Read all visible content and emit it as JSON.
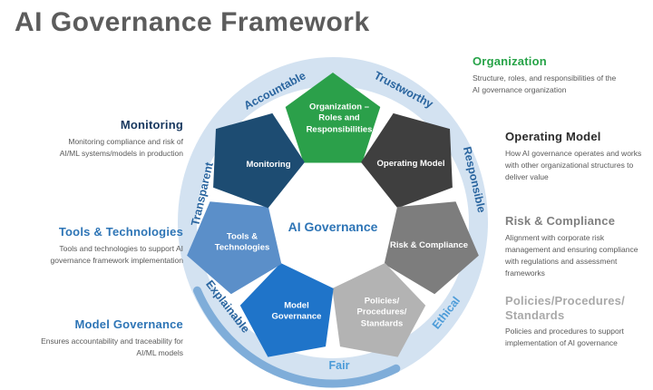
{
  "title": "AI Governance Framework",
  "wheel": {
    "center_label": "AI Governance",
    "center_label_color": "#2e75b6",
    "ring_color": "#d3e2f1",
    "crescent_color": "#7fadd9",
    "ring_labels": [
      {
        "label": "Accountable",
        "color": "#2a659f"
      },
      {
        "label": "Trustworthy",
        "color": "#2a659f"
      },
      {
        "label": "Responsible",
        "color": "#2a659f"
      },
      {
        "label": "Ethical",
        "color": "#4b9bd8"
      },
      {
        "label": "Fair",
        "color": "#4b9bd8"
      },
      {
        "label": "Explainable",
        "color": "#2a659f"
      },
      {
        "label": "Transparent",
        "color": "#2a659f"
      }
    ],
    "segments": [
      {
        "label": "Organization –\nRoles and\nResponsibilities",
        "color": "#2ba04a"
      },
      {
        "label": "Operating Model",
        "color": "#3f3f3f"
      },
      {
        "label": "Risk & Compliance",
        "color": "#7d7d7d"
      },
      {
        "label": "Policies/\nProcedures/\nStandards",
        "color": "#b3b3b3"
      },
      {
        "label": "Model\nGovernance",
        "color": "#1f74c9"
      },
      {
        "label": "Tools &\nTechnologies",
        "color": "#5b8fc9"
      },
      {
        "label": "Monitoring",
        "color": "#1d4c72"
      }
    ]
  },
  "left_column": [
    {
      "heading": "Monitoring",
      "heading_color": "#17375e",
      "body": "Monitoring compliance and risk of\nAI/ML systems/models in production"
    },
    {
      "heading": "Tools & Technologies",
      "heading_color": "#2e75b6",
      "body": "Tools and technologies to support AI\ngovernance framework implementation"
    },
    {
      "heading": "Model Governance",
      "heading_color": "#2e75b6",
      "body": "Ensures accountability and traceability for\nAI/ML models"
    }
  ],
  "right_column": [
    {
      "heading": "Organization",
      "heading_color": "#27a348",
      "body": "Structure, roles, and responsibilities of the\nAI governance organization"
    },
    {
      "heading": "Operating Model",
      "heading_color": "#2b2b2b",
      "body": "How AI governance operates and works\nwith other organizational structures to\ndeliver value"
    },
    {
      "heading": "Risk & Compliance",
      "heading_color": "#7f7f7f",
      "body": "Alignment with corporate risk\nmanagement and ensuring compliance\nwith regulations and assessment\nframeworks"
    },
    {
      "heading": "Policies/Procedures/\nStandards",
      "heading_color": "#a9a9a9",
      "body": "Policies and procedures to support\nimplementation of AI governance"
    }
  ]
}
